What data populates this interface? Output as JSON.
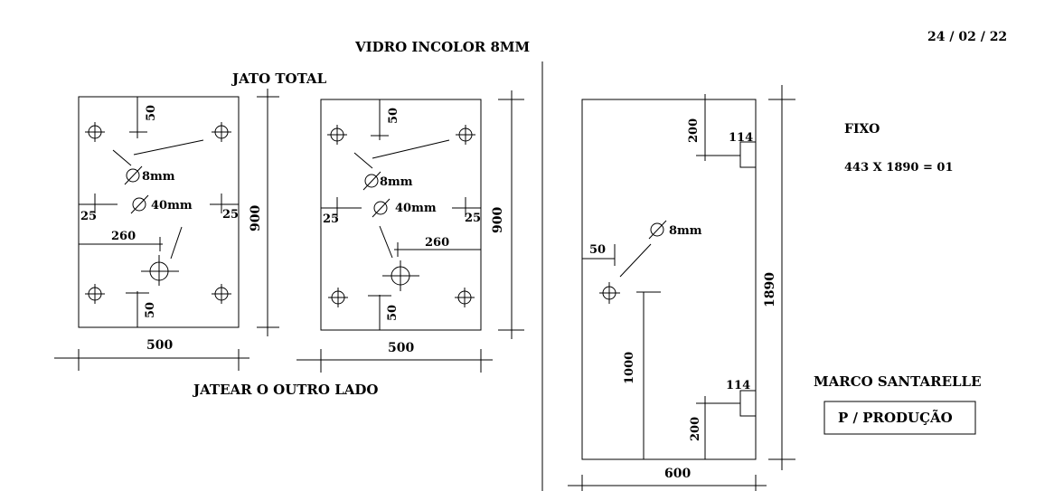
{
  "header": {
    "date": "24 / 02 / 22",
    "material": "VIDRO INCOLOR  8MM",
    "finish_top": "JATO TOTAL",
    "finish_bottom": "JATEAR O OUTRO LADO"
  },
  "panel_a": {
    "width": "500",
    "height": "900",
    "edge_top": "50",
    "edge_bottom": "50",
    "side_left": "25",
    "side_right": "25",
    "hinge_offset": "260",
    "small_hole": "8mm",
    "large_hole": "40mm"
  },
  "panel_b": {
    "width": "500",
    "height": "900",
    "edge_top": "50",
    "edge_bottom": "50",
    "side_left": "25",
    "side_right": "25",
    "hinge_offset": "260",
    "small_hole": "8mm",
    "large_hole": "40mm"
  },
  "panel_fixo": {
    "width": "600",
    "height": "1890",
    "notch_top_width": "114",
    "notch_top_offset": "200",
    "notch_bottom_width": "114",
    "notch_bottom_offset": "200",
    "hole_edge": "50",
    "hole_height": "1000",
    "hole_size": "8mm"
  },
  "info": {
    "type": "FIXO",
    "spec": "443 X 1890 = 01",
    "client": "MARCO SANTARELLE",
    "destination": "P / PRODUÇÃO"
  }
}
